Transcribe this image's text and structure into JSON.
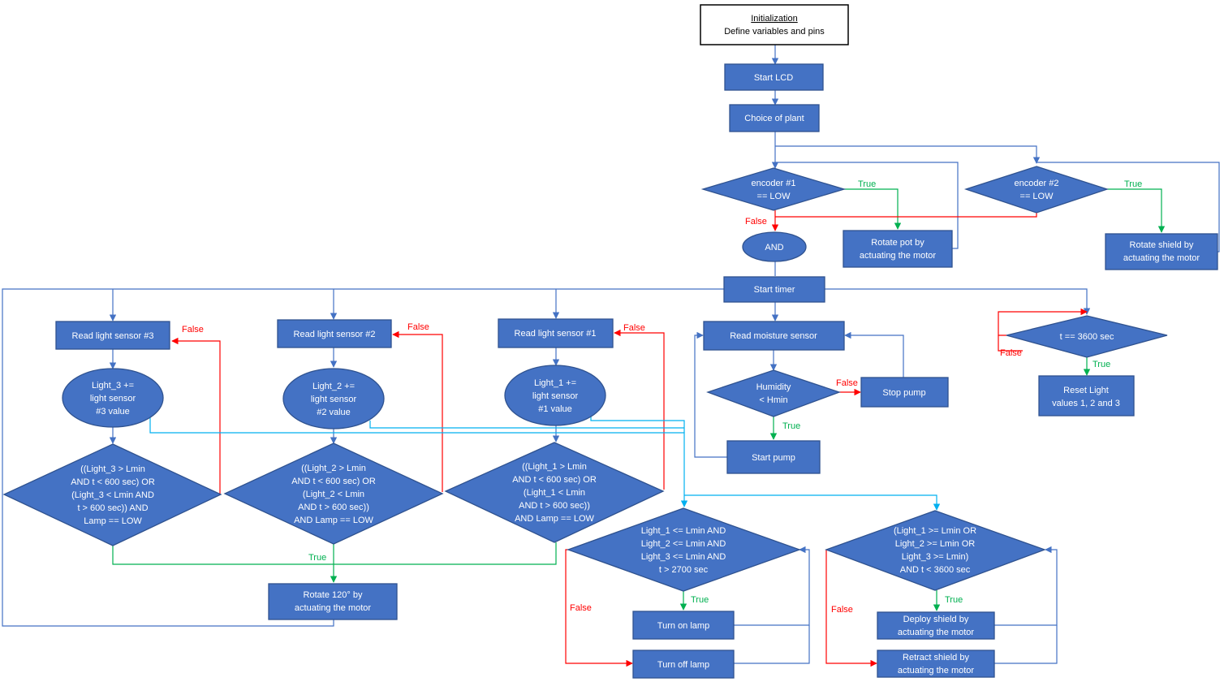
{
  "colors": {
    "node_fill": "#4472C4",
    "node_stroke": "#2F528F",
    "true_color": "#00B050",
    "false_color": "#FF0000",
    "line_color": "#4472C4",
    "light_line_color": "#00B0F0"
  },
  "nodes": {
    "init": {
      "title": "Initialization",
      "subtitle": "Define variables and pins"
    },
    "start_lcd": [
      "Start LCD"
    ],
    "choice_plant": [
      "Choice of plant"
    ],
    "encoder1": [
      "encoder #1",
      "== LOW"
    ],
    "encoder2": [
      "encoder #2",
      "== LOW"
    ],
    "and": [
      "AND"
    ],
    "rotate_pot": [
      "Rotate pot by",
      "actuating the motor"
    ],
    "rotate_shield": [
      "Rotate shield by",
      "actuating the motor"
    ],
    "start_timer": [
      "Start timer"
    ],
    "read_ls3": [
      "Read light sensor #3"
    ],
    "read_ls2": [
      "Read light sensor #2"
    ],
    "read_ls1": [
      "Read light sensor #1"
    ],
    "read_moist": [
      "Read moisture sensor"
    ],
    "t3600": [
      "t == 3600 sec"
    ],
    "reset_light": [
      "Reset Light",
      "values 1, 2 and 3"
    ],
    "light3_acc": [
      "Light_3 +=",
      "light sensor",
      "#3 value"
    ],
    "light2_acc": [
      "Light_2 +=",
      "light sensor",
      "#2 value"
    ],
    "light1_acc": [
      "Light_1 +=",
      "light sensor",
      "#1 value"
    ],
    "humidity": [
      "Humidity",
      "< Hmin"
    ],
    "stop_pump": [
      "Stop pump"
    ],
    "start_pump": [
      "Start pump"
    ],
    "cond3": [
      "((Light_3 > Lmin",
      "AND t < 600 sec) OR",
      "(Light_3 < Lmin AND",
      "t > 600 sec)) AND",
      "Lamp == LOW"
    ],
    "cond2": [
      "((Light_2 > Lmin",
      "AND t < 600 sec) OR",
      "(Light_2 < Lmin",
      "AND t > 600 sec))",
      "AND Lamp == LOW"
    ],
    "cond1": [
      "((Light_1 > Lmin",
      "AND t < 600 sec) OR",
      "(Light_1 < Lmin",
      "AND t > 600 sec))",
      "AND Lamp == LOW"
    ],
    "lamp_cond": [
      "Light_1 <= Lmin AND",
      "Light_2 <= Lmin AND",
      "Light_3 <= Lmin AND",
      "t > 2700 sec"
    ],
    "shield_cond": [
      "(Light_1 >= Lmin OR",
      "Light_2 >= Lmin OR",
      "Light_3 >= Lmin)",
      "AND t < 3600 sec"
    ],
    "rotate120": [
      "Rotate 120° by",
      "actuating the motor"
    ],
    "turn_on_lamp": [
      "Turn on lamp"
    ],
    "turn_off_lamp": [
      "Turn off lamp"
    ],
    "deploy_shield": [
      "Deploy shield by",
      "actuating the motor"
    ],
    "retract_shield": [
      "Retract shield by",
      "actuating the motor"
    ]
  },
  "edge_labels": {
    "true": "True",
    "false": "False"
  }
}
